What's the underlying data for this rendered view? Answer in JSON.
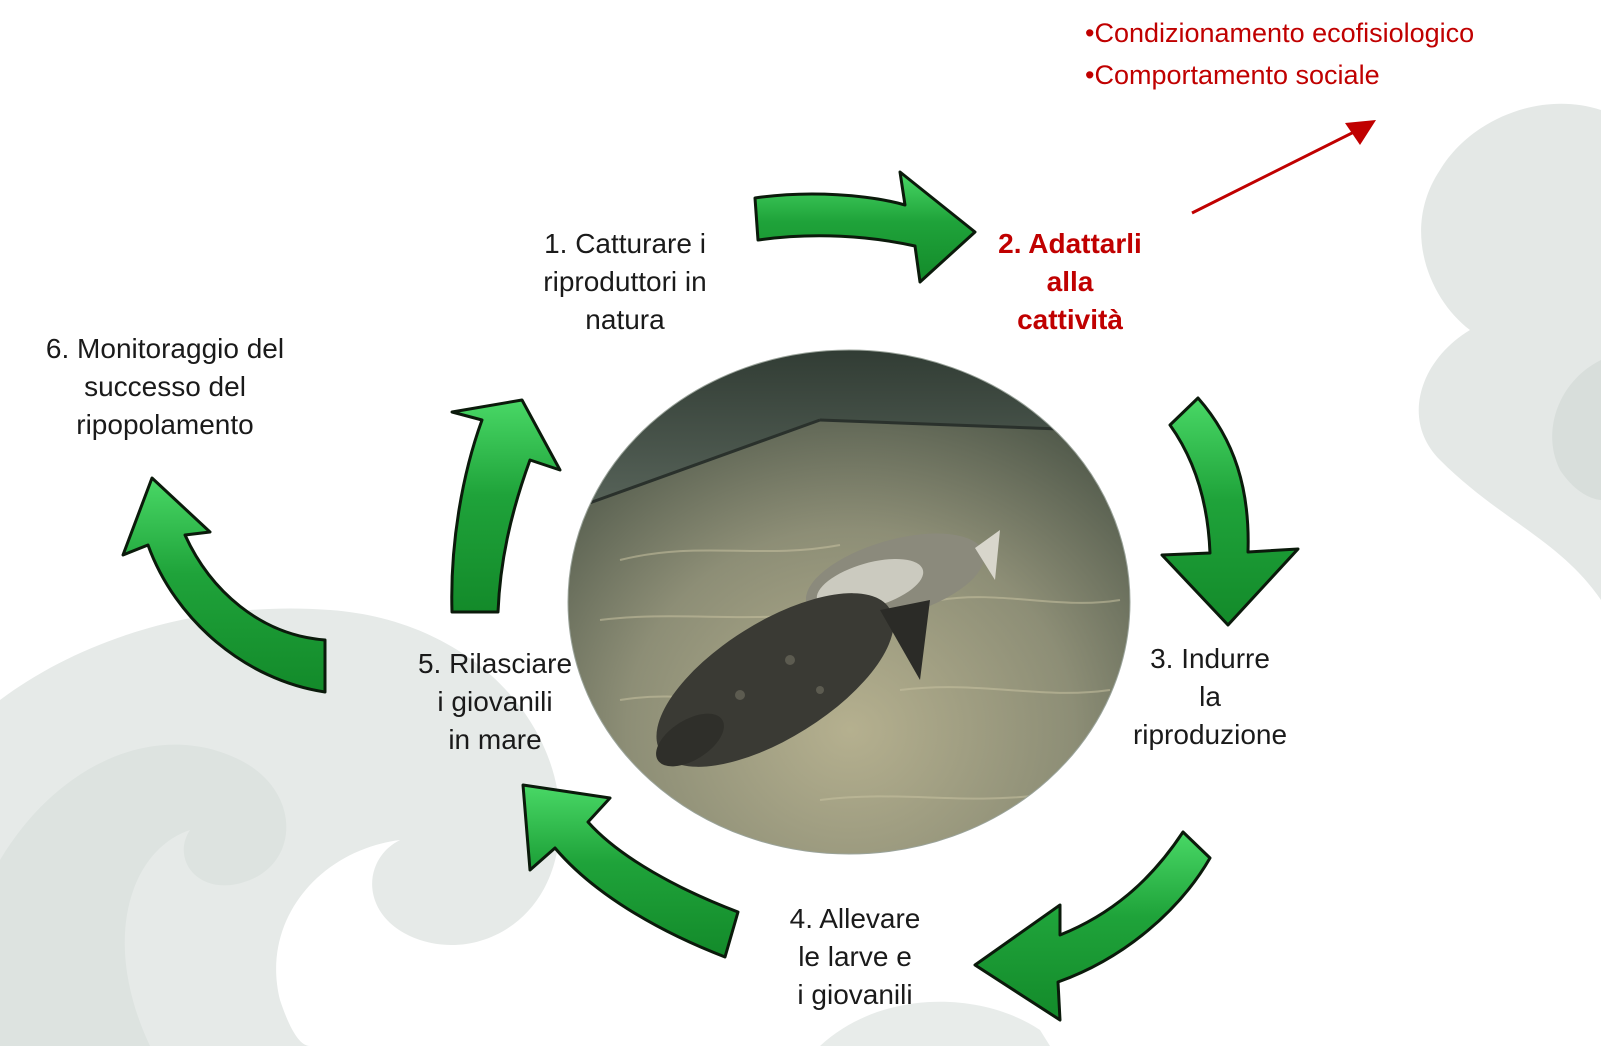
{
  "steps": [
    {
      "id": 1,
      "lines": [
        "1. Catturare i",
        "riproduttori in",
        "natura"
      ]
    },
    {
      "id": 2,
      "lines": [
        "2. Adattarli",
        "alla",
        "cattività"
      ]
    },
    {
      "id": 3,
      "lines": [
        "3. Indurre",
        "la",
        "riproduzione"
      ]
    },
    {
      "id": 4,
      "lines": [
        "4. Allevare",
        "le larve e",
        "i giovanili"
      ]
    },
    {
      "id": 5,
      "lines": [
        "5.  Rilasciare",
        "i giovanili",
        "in mare"
      ]
    },
    {
      "id": 6,
      "lines": [
        "6.  Monitoraggio del",
        "successo del",
        "ripopolamento"
      ]
    }
  ],
  "notes": [
    "•Condizionamento ecofisiologico",
    "•Comportamento sociale"
  ],
  "colors": {
    "arrow_fill": "#1fa33a",
    "arrow_highlight": "#3fd35a",
    "arrow_stroke": "#0b1a0b",
    "highlight_text": "#c00000",
    "background_swirl": "#e4e8e6",
    "photo_water": "#6b7a6a"
  },
  "photo": {
    "subject": "two groupers swimming in a tank",
    "icon": "fish-photo"
  }
}
